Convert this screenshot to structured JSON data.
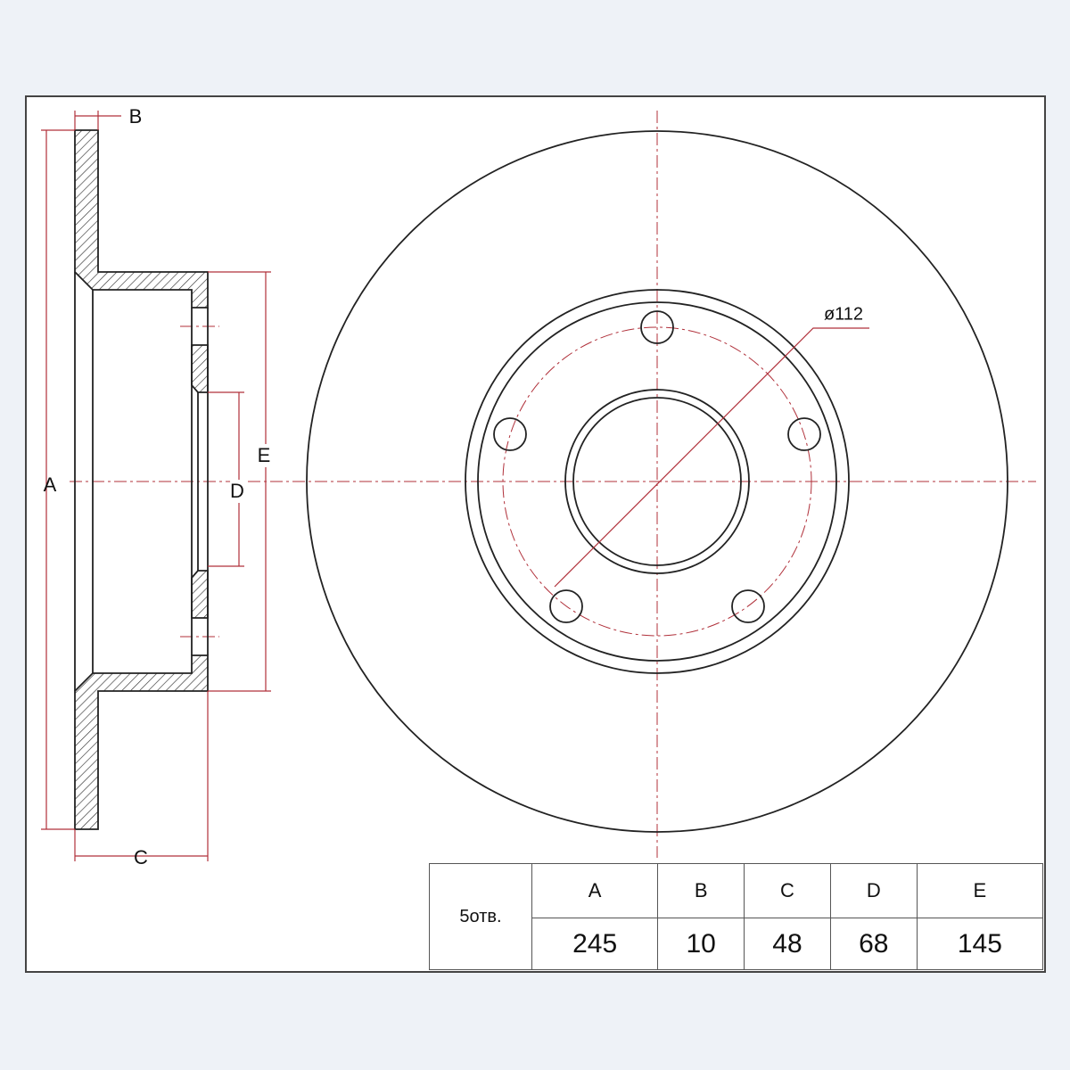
{
  "drawing": {
    "title": "Brake disc dimensional drawing",
    "dimension_labels": {
      "a": "A",
      "b": "B",
      "c": "C",
      "d": "D",
      "e": "E"
    },
    "bolt_circle_label": "ø112",
    "colors": {
      "outline": "#222222",
      "dimension": "#b0303a",
      "background": "#ffffff",
      "page": "#eef2f7"
    }
  },
  "table": {
    "holes_label": "5отв.",
    "headers": [
      "A",
      "B",
      "C",
      "D",
      "E"
    ],
    "values": [
      "245",
      "10",
      "48",
      "68",
      "145"
    ]
  }
}
